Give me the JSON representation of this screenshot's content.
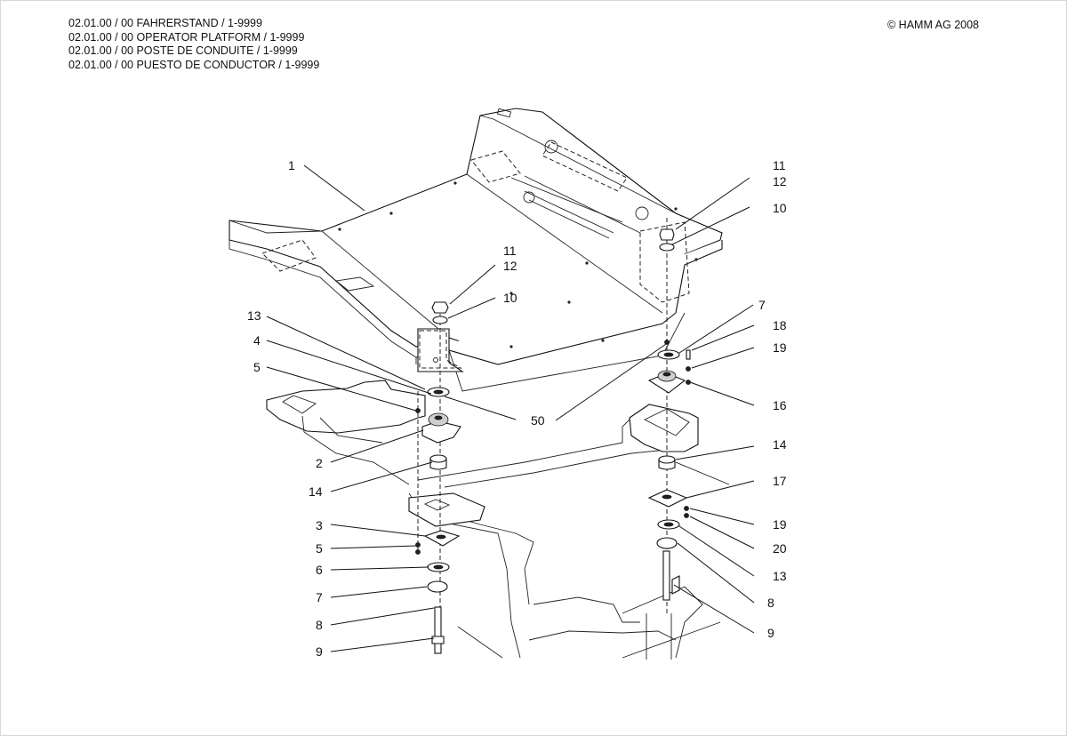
{
  "header": {
    "lines": [
      "02.01.00 / 00 FAHRERSTAND / 1-9999",
      "02.01.00 / 00 OPERATOR PLATFORM / 1-9999",
      "02.01.00 / 00 POSTE DE CONDUITE / 1-9999",
      "02.01.00 / 00 PUESTO DE CONDUCTOR / 1-9999"
    ],
    "copyright": "© HAMM AG 2008"
  },
  "callouts": {
    "l1": "1",
    "l11a": "11",
    "l12a": "12",
    "l10a": "10",
    "l11b": "11",
    "l12b": "12",
    "l10b": "10",
    "l13a": "13",
    "l4": "4",
    "l5a": "5",
    "l2": "2",
    "l14a": "14",
    "l3": "3",
    "l5b": "5",
    "l6": "6",
    "l7a": "7",
    "l8a": "8",
    "l9a": "9",
    "l50": "50",
    "l7b": "7",
    "l18": "18",
    "l19a": "19",
    "l16": "16",
    "l14b": "14",
    "l17": "17",
    "l19b": "19",
    "l20": "20",
    "l13b": "13",
    "l8b": "8",
    "l9b": "9"
  }
}
